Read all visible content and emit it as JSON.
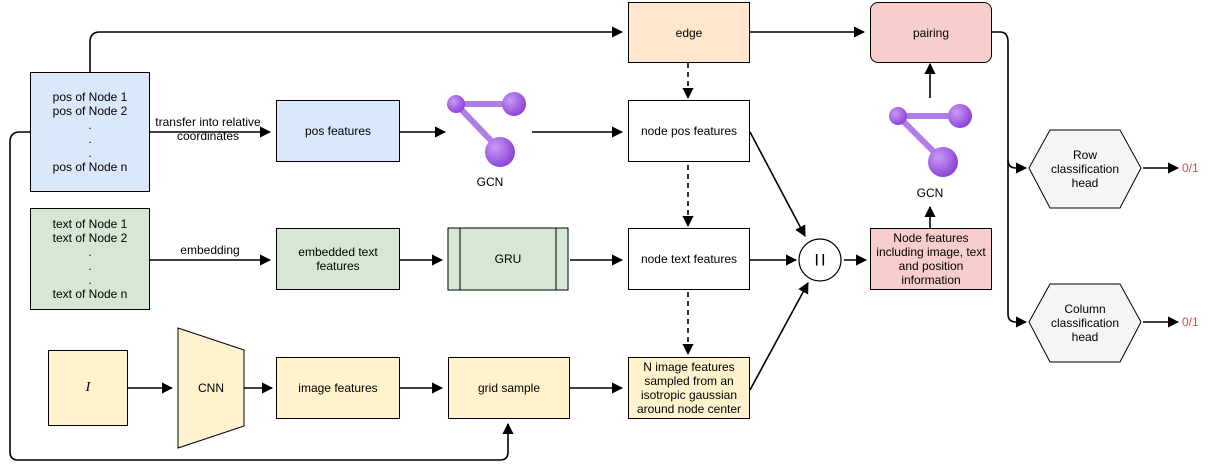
{
  "colors": {
    "pos": "#dae8fc",
    "text": "#d5e8d4",
    "edge": "#ffe6cc",
    "image": "#fff2cc",
    "pairing": "#f8cecc",
    "gcn_purple": "#9b4de0",
    "head_fill": "#f5f5f5",
    "output_red": "#e8463a"
  },
  "nodes": {
    "pos_input": "pos of Node 1\npos of Node 2\n.\n.\n.\npos of Node n",
    "text_input": "text of Node 1\ntext of Node 2\n.\n.\n.\ntext of Node n",
    "image_input": "I",
    "pos_features": "pos features",
    "embedded_text_features": "embedded text\nfeatures",
    "image_features": "image features",
    "gru": "GRU",
    "cnn": "CNN",
    "grid_sample": "grid sample",
    "edge": "edge",
    "node_pos_features": "node pos features",
    "node_text_features": "node text features",
    "n_image_features": "N image features\nsampled from an\nisotropic gaussian\naround node center",
    "concat_symbol": "| |",
    "node_features_combined": "Node features\nincluding image, text\nand position\ninformation",
    "pairing": "pairing",
    "row_head": "Row\nclassification\nhead",
    "column_head": "Column\nclassification\nhead"
  },
  "labels": {
    "transfer": "transfer into relative\ncoordinates",
    "embedding": "embedding",
    "gcn_1": "GCN",
    "gcn_2": "GCN",
    "row_output": "0/1",
    "column_output": "0/1"
  },
  "icons": {
    "gcn_1": "graph-network-icon",
    "gcn_2": "graph-network-icon"
  }
}
